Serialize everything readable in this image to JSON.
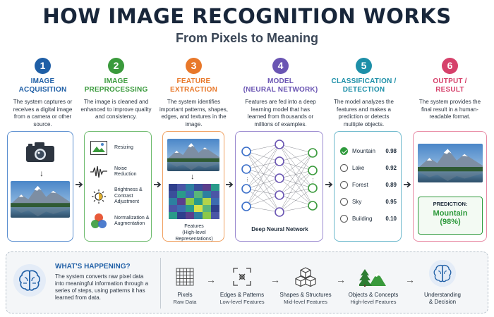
{
  "title": "HOW IMAGE RECOGNITION WORKS",
  "subtitle": "From Pixels to Meaning",
  "steps": [
    {
      "num": "1",
      "title1": "IMAGE",
      "title2": "ACQUISITION",
      "color": "#1f5fa6",
      "desc": "The system captures or receives a digital image from a camera or other source."
    },
    {
      "num": "2",
      "title1": "IMAGE",
      "title2": "PREPROCESSING",
      "color": "#3a9a3c",
      "desc": "The image is cleaned and enhanced to improve quality and consistency."
    },
    {
      "num": "3",
      "title1": "FEATURE",
      "title2": "EXTRACTION",
      "color": "#e8782a",
      "desc": "The system identifies important patterns, shapes, edges, and textures in the image."
    },
    {
      "num": "4",
      "title1": "MODEL",
      "title2": "(NEURAL NETWORK)",
      "color": "#6a55b3",
      "desc": "Features are fed into a deep learning model that has learned from thousands or millions of examples."
    },
    {
      "num": "5",
      "title1": "CLASSIFICATION /",
      "title2": "DETECTION",
      "color": "#1d8fa8",
      "desc": "The model analyzes the features and makes a prediction or detects multiple objects."
    },
    {
      "num": "6",
      "title1": "OUTPUT /",
      "title2": "RESULT",
      "color": "#d6416b",
      "desc": "The system provides the final result in a human-readable format."
    }
  ],
  "preprocessing": [
    {
      "label": "Resizing",
      "icon": "resize-image-icon"
    },
    {
      "label": "Noise Reduction",
      "icon": "waveform-icon"
    },
    {
      "label": "Brightness & Contrast Adjustment",
      "icon": "brightness-icon"
    },
    {
      "label": "Normalization & Augmentation",
      "icon": "color-circles-icon"
    }
  ],
  "features": {
    "label": "Features",
    "sublabel": "(High-level Representations)"
  },
  "network": {
    "label": "Deep Neural Network"
  },
  "classes": [
    {
      "name": "Mountain",
      "score": "0.98",
      "checked": true
    },
    {
      "name": "Lake",
      "score": "0.92",
      "checked": false
    },
    {
      "name": "Forest",
      "score": "0.89",
      "checked": false
    },
    {
      "name": "Sky",
      "score": "0.95",
      "checked": false
    },
    {
      "name": "Building",
      "score": "0.10",
      "checked": false
    }
  ],
  "prediction": {
    "label": "PREDICTION:",
    "value": "Mountain",
    "confidence": "(98%)"
  },
  "happening": {
    "title": "WHAT'S HAPPENING?",
    "text": "The system converts raw pixel data into meaningful information through a series of steps, using patterns it has learned from data."
  },
  "stages": [
    {
      "name": "Pixels",
      "sub": "Raw Data",
      "icon": "pixel-grid-icon"
    },
    {
      "name": "Edges & Patterns",
      "sub": "Low-level Features",
      "icon": "edges-icon"
    },
    {
      "name": "Shapes & Structures",
      "sub": "Mid-level Features",
      "icon": "cubes-icon"
    },
    {
      "name": "Objects & Concepts",
      "sub": "High-level Features",
      "icon": "mountain-tree-icon"
    },
    {
      "name": "Understanding",
      "sub": "& Decision",
      "icon": "brain-icon"
    }
  ]
}
